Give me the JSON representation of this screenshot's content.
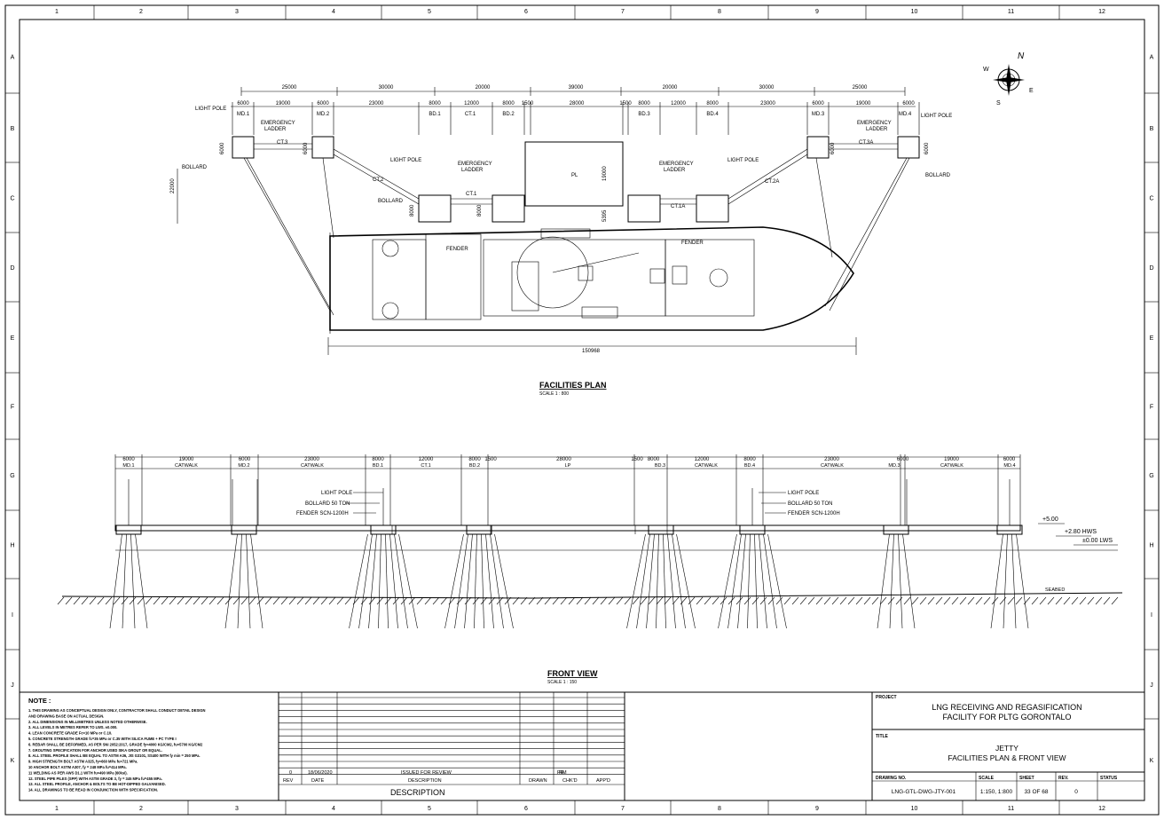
{
  "grid": {
    "columns": [
      "1",
      "2",
      "3",
      "4",
      "5",
      "6",
      "7",
      "8",
      "9",
      "10",
      "11",
      "12"
    ],
    "rows": [
      "A",
      "B",
      "C",
      "D",
      "E",
      "F",
      "G",
      "H",
      "I",
      "J",
      "K"
    ]
  },
  "plan": {
    "title": "FACILITIES PLAN",
    "scale": "SCALE 1 : 800",
    "top_dims": [
      "25000",
      "30000",
      "20000",
      "39000",
      "20000",
      "30000",
      "25000"
    ],
    "second_dims": [
      "6000",
      "19000",
      "6000",
      "23000",
      "8000",
      "12000",
      "8000",
      "1500",
      "28000",
      "1500",
      "8000",
      "12000",
      "8000",
      "23000",
      "6000",
      "19000",
      "6000"
    ],
    "modules": [
      "MD.1",
      "MD.2",
      "BD.1",
      "CT.1",
      "BD.2",
      "BD.3",
      "BD.4",
      "MD.3",
      "MD.4"
    ],
    "labels": {
      "light_pole_l": "LIGHT POLE",
      "emergency_l": "EMERGENCY",
      "ladder_l": "LADDER",
      "bollard_l": "BOLLARD",
      "ct3": "CT.3",
      "ct2": "CT.2",
      "ct1": "CT.1",
      "light_pole_c": "LIGHT POLE",
      "emergency_c": "EMERGENCY",
      "ladder_c": "LADDER",
      "bollard_c": "BOLLARD",
      "pl": "PL",
      "emergency_r": "EMERGENCY",
      "ladder_r": "LADDER",
      "light_pole_cr": "LIGHT POLE",
      "ct1a": "CT.1A",
      "ct2a": "CT.2A",
      "ct3a": "CT.3A",
      "emergency_rr": "EMERGENCY",
      "ladder_rr": "LADDER",
      "light_pole_r": "LIGHT POLE",
      "bollard_r": "BOLLARD",
      "fender_l": "FENDER",
      "fender_r": "FENDER",
      "dim_6000_a": "6000",
      "dim_6000_b": "6000",
      "dim_6000_c": "6000",
      "dim_6000_d": "6000",
      "dim_22000": "22000",
      "dim_8000_a": "8000",
      "dim_8000_b": "8000",
      "dim_19000": "19000",
      "dim_5395": "5395",
      "vessel_length": "150968"
    }
  },
  "compass": {
    "n": "N",
    "e": "E",
    "s": "S",
    "w": "W"
  },
  "front": {
    "title": "FRONT VIEW",
    "scale": "SCALE 1 : 150",
    "dims": [
      "6000",
      "19000",
      "6000",
      "23000",
      "8000",
      "12000",
      "8000",
      "1500",
      "28000",
      "1500",
      "8000",
      "12000",
      "8000",
      "23000",
      "6000",
      "19000",
      "6000"
    ],
    "segments": [
      "MD.1",
      "CATWALK",
      "MD.2",
      "CATWALK",
      "BD.1",
      "CT.1",
      "BD.2",
      "LP",
      "BD.3",
      "CATWALK",
      "BD.4",
      "CATWALK",
      "MD.3",
      "CATWALK",
      "MD.4"
    ],
    "callouts_l": [
      "LIGHT POLE",
      "BOLLARD 50 TON",
      "FENDER SCN-1200H"
    ],
    "callouts_r": [
      "LIGHT POLE",
      "BOLLARD 50 TON",
      "FENDER SCN-1200H"
    ],
    "levels": [
      "+5.00",
      "+2.80 HWS",
      "±0.00 LWS"
    ],
    "seabed": "SEABED"
  },
  "notes": {
    "heading": "NOTE :",
    "items": [
      "1.   THIS DRAWING AS CONCEPTUAL DESIGN ONLY, CONTRACTOR SHALL CONDUCT DETAIL DESIGN",
      "      AND DRAWING BASE ON ACTUAL DESIGN.",
      "2.   ALL DIMENSIONS IN MILLIMETRES UNLESS NOTED OTHERWISE.",
      "3.   ALL LEVELS IN METRES REFER TO LWS. ±0.000.",
      "4.   LEAN CONCRETE GRADE  Fc=10 MPa or C.10.",
      "5.   CONCRETE STRENGTH GRADE fc=35 MPa or C.35  WITH SILICA FUME + PC TYPE I",
      "6.   REBAR SHALL BE DEFORMED, AS PER SNI 2052:2017, GRADE fy=4000 KG/CM2, fu=5700 KG/CM2",
      "7.   GROUTING SPECIFICATION FOR ANCHOR USED SIKA GROUT OR EQUAL.",
      "8.   ALL STEEL PROFILE SHALL BE EQUAL TO ASTM A36, JIS G3101, SS400 WITH fy min = 250 MPa.",
      "9.   HIGH STRENGTH BOLT ASTM A325, fy=660 MPa fu=721 MPa.",
      "10   ANCHOR BOLT ASTM A307, fy = 248 MPa  fu=414 MPa.",
      "11   WELDING AS PER AWS D1.1 WITH fu=490 MPa (60ksi).",
      "12.  STEEL PIPE PILES (SPP) WITH ASTM GRADE 3, fy = 345 MPa  fu=455 MPa.",
      "13.  ALL STEEL PROFILE, ANCHOR & BOLTS TO BE HOT-DIPPED GALVANISED.",
      "14.  ALL DRAWINGS TO BE READ IN CONJUNCTION WITH SPECIFICATION."
    ]
  },
  "revision": {
    "rev": "0",
    "date": "18/06/2020",
    "desc": "ISSUED FOR REVIEW",
    "drawn": "RM",
    "chkd": "PR",
    "headers": {
      "rev": "REV",
      "date": "DATE",
      "desc": "DESCRIPTION",
      "drawn": "DRAWN",
      "chkd": "CHK'D",
      "appd": "APP'D"
    },
    "footer": "DESCRIPTION"
  },
  "title_block": {
    "project_label": "PROJECT",
    "project_line1": "LNG RECEIVING AND REGASIFICATION",
    "project_line2": "FACILITY FOR PLTG GORONTALO",
    "title_label": "TITLE",
    "title_line1": "JETTY",
    "title_line2": "FACILITIES PLAN & FRONT VIEW",
    "drawing_no_label": "DRAWING NO.",
    "scale_label": "SCALE",
    "sheet_label": "SHEET",
    "rev_label": "REV.",
    "status_label": "STATUS",
    "drawing_no": "LNG-GTL-DWG-JTY-001",
    "scale": "1:150, 1:800",
    "sheet": "33 OF 68",
    "rev": "0"
  }
}
